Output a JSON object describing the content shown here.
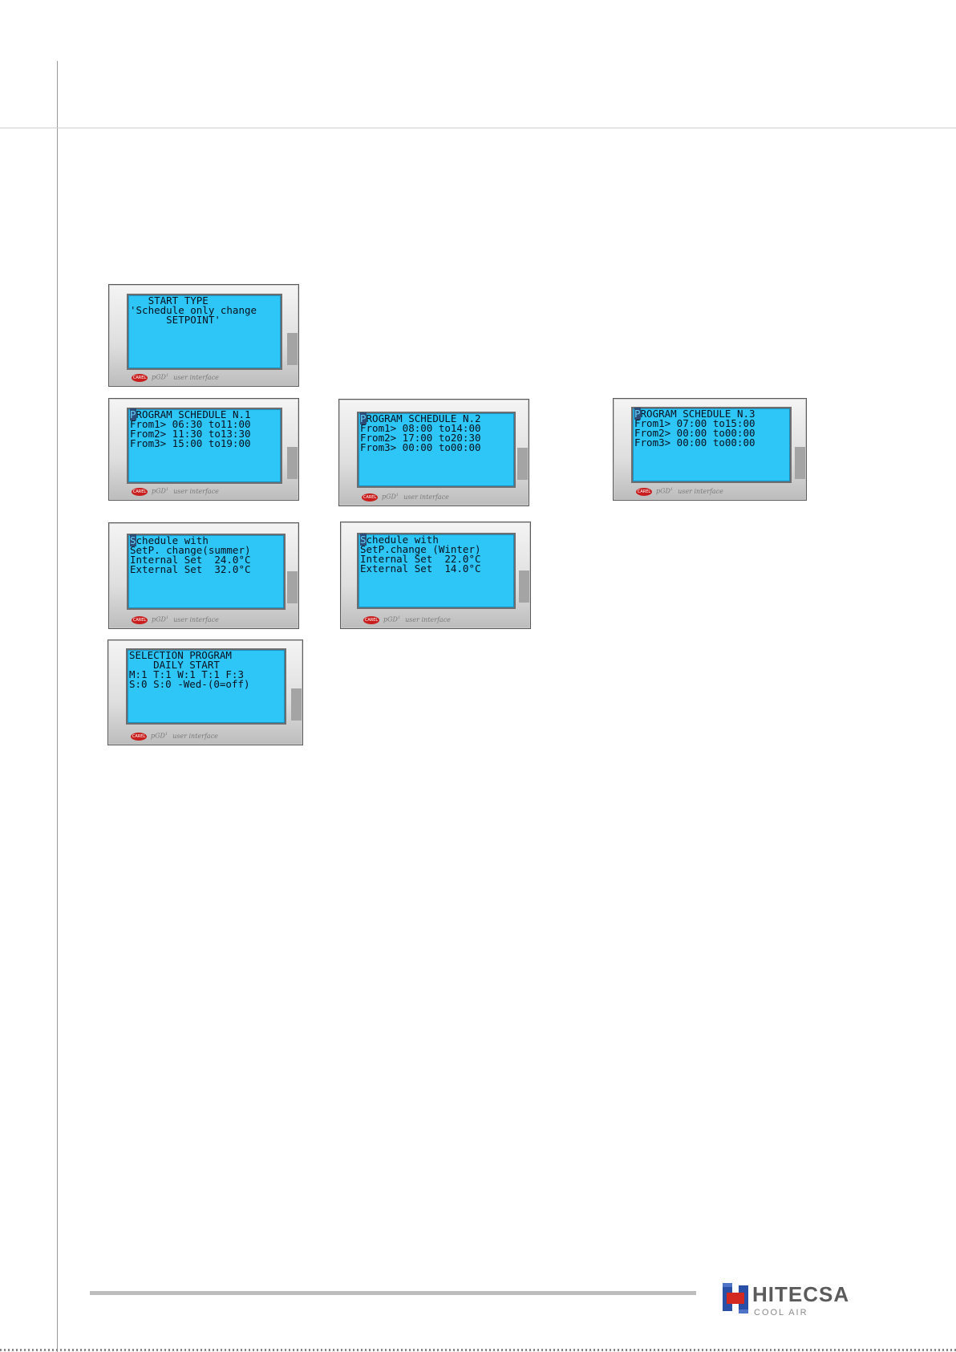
{
  "footer": {
    "logo_name": "HITECSA",
    "logo_tagline": "COOL AIR"
  },
  "terminal_footer": {
    "brand": "CAREL",
    "model": "pGD",
    "model_sup": "1",
    "subtitle": "user interface"
  },
  "colors": {
    "lcd": "#2ec6f6",
    "logo_blue": "#2a4fa6",
    "logo_red": "#d2281f"
  },
  "screens": {
    "start_type": {
      "lines": [
        "   START TYPE",
        "'Schedule only change",
        "      SETPOINT'",
        ""
      ]
    },
    "program_1": {
      "cursor": "P",
      "lines": [
        "ROGRAM SCHEDULE N.1",
        "From1> 06:30 to11:00",
        "From2> 11:30 to13:30",
        "From3> 15:00 to19:00"
      ]
    },
    "program_2": {
      "cursor": "P",
      "lines": [
        "ROGRAM SCHEDULE N.2",
        "From1> 08:00 to14:00",
        "From2> 17:00 to20:30",
        "From3> 00:00 to00:00"
      ]
    },
    "program_3": {
      "cursor": "P",
      "lines": [
        "ROGRAM SCHEDULE N.3",
        "From1> 07:00 to15:00",
        "From2> 00:00 to00:00",
        "From3> 00:00 to00:00"
      ]
    },
    "summer": {
      "cursor": "S",
      "lines": [
        "chedule with",
        "SetP. change(summer)",
        "Internal Set  24.0°C",
        "External Set  32.0°C"
      ]
    },
    "winter": {
      "cursor": "S",
      "lines": [
        "chedule with",
        "SetP.change (Winter)",
        "Internal Set  22.0°C",
        "External Set  14.0°C"
      ]
    },
    "selection": {
      "lines": [
        "SELECTION PROGRAM",
        "    DAILY START",
        "M:1 T:1 W:1 T:1 F:3",
        "S:0 S:0 -Wed-(0=off)"
      ]
    }
  }
}
